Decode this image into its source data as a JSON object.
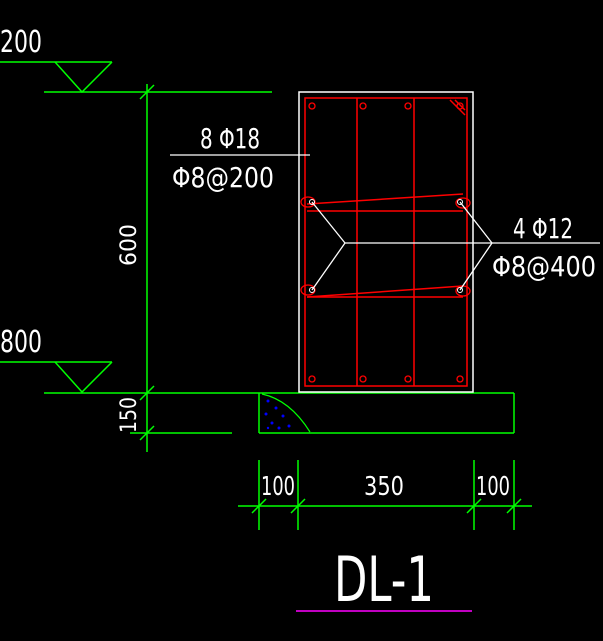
{
  "drawing": {
    "elevation_top": "200",
    "elevation_mid": "800",
    "dim_height": "600",
    "dim_slab": "150",
    "rebar_main_label": "8 Φ18",
    "stirrup_label": "Φ8@200",
    "side_bar_label": "4 Φ12",
    "tie_label": "Φ8@400",
    "dim_left": "100",
    "dim_center": "350",
    "dim_right": "100",
    "title": "DL-1"
  },
  "colors": {
    "background": "#000000",
    "dimension": "#00ff00",
    "outline": "#ffffff",
    "rebar": "#ff0000",
    "hatch": "#0000ff",
    "underline": "#ff00ff"
  }
}
